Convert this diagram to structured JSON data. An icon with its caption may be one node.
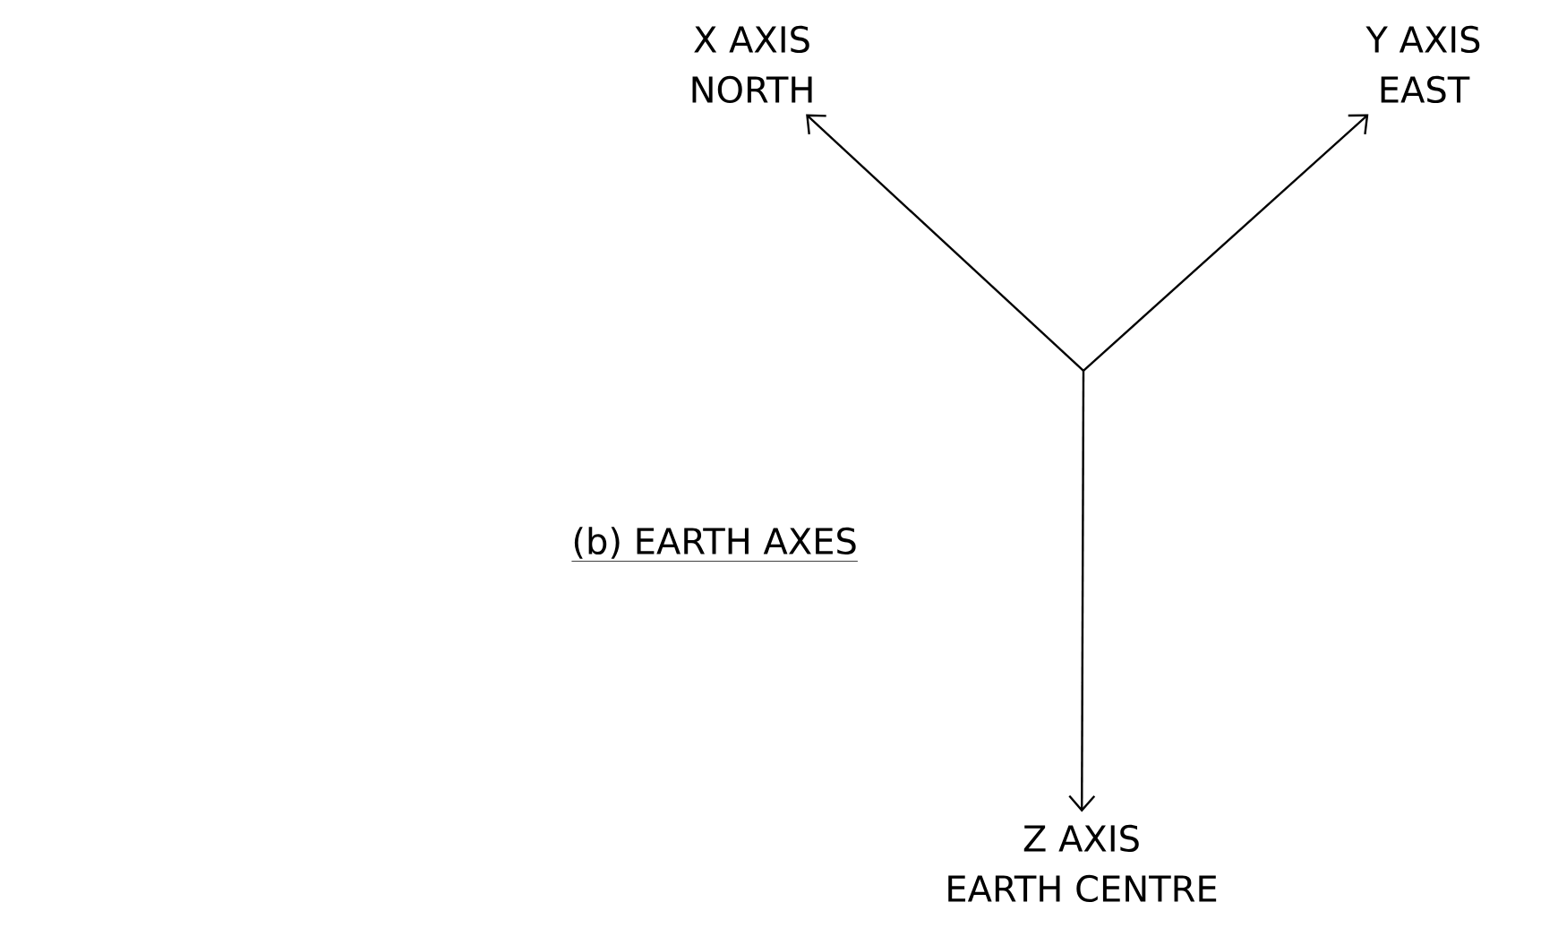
{
  "diagram": {
    "title": "(b) EARTH AXES",
    "nodes": [
      {
        "text": [
          "X AXIS",
          "NORTH"
        ]
      },
      {
        "text": [
          "Y AXIS",
          "EAST"
        ]
      },
      {
        "text": [
          "Z AXIS",
          "EARTH CENTRE"
        ]
      }
    ],
    "edges": [
      {
        "from": null,
        "to": 0,
        "arrow": "to"
      },
      {
        "from": null,
        "to": 1,
        "arrow": "to"
      },
      {
        "from": null,
        "to": 2,
        "arrow": "to"
      }
    ]
  }
}
